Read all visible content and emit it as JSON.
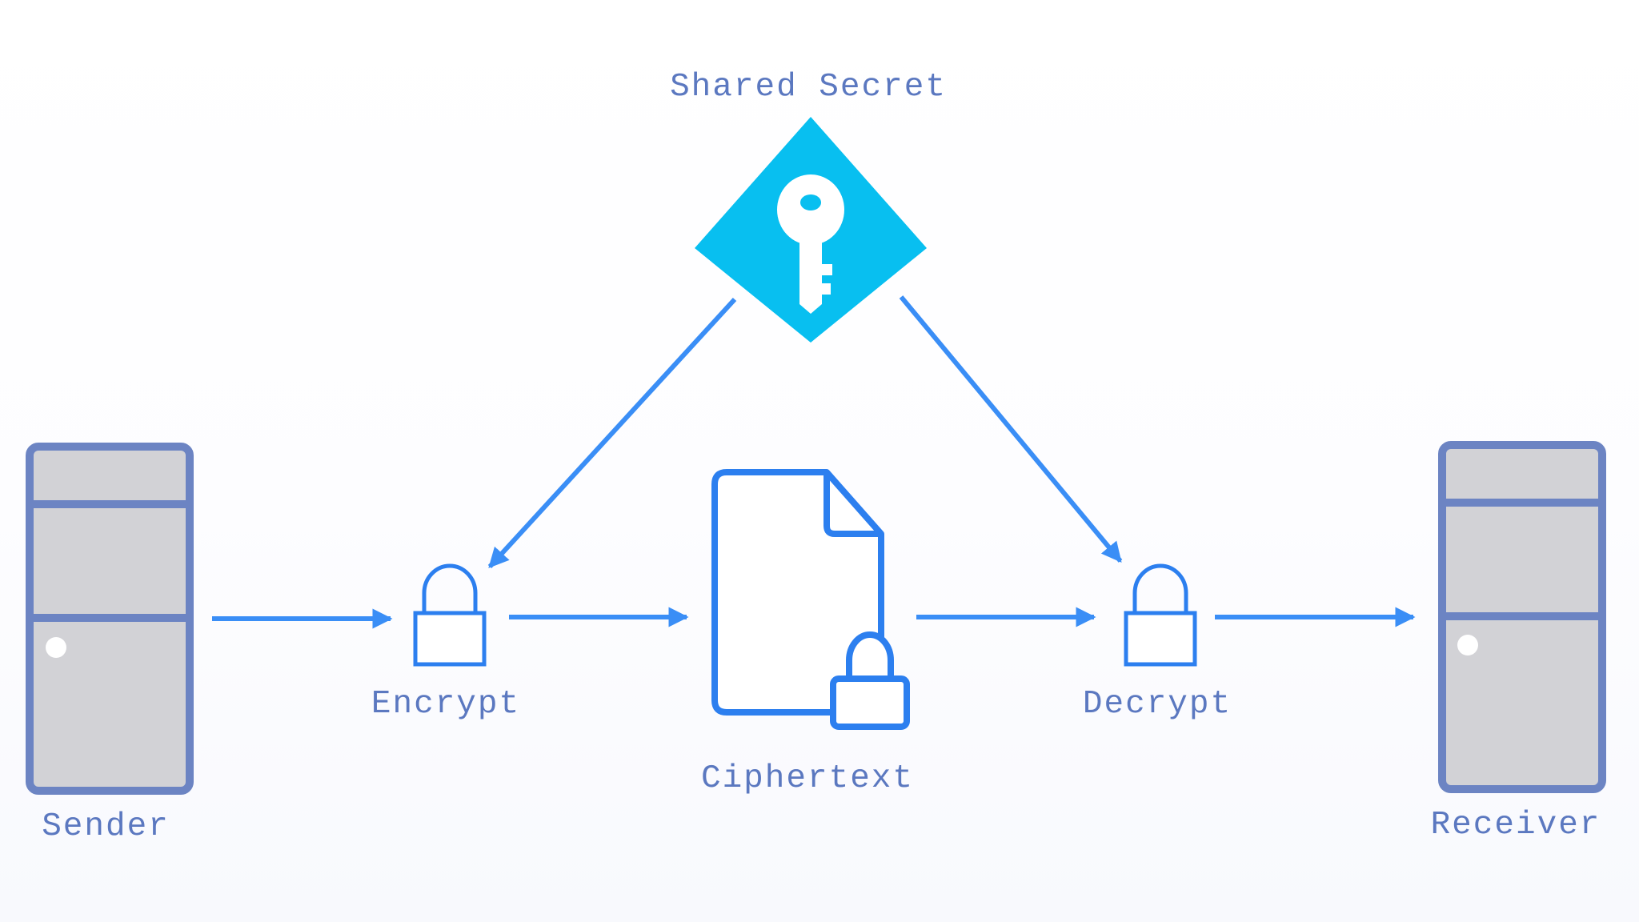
{
  "labels": {
    "shared_secret": "Shared Secret",
    "encrypt": "Encrypt",
    "ciphertext": "Ciphertext",
    "decrypt": "Decrypt",
    "sender": "Sender",
    "receiver": "Receiver"
  },
  "colors": {
    "arrow": "#3a8ef6",
    "lock_stroke": "#2c7fef",
    "document_stroke": "#2c7fef",
    "key_diamond": "#08bff0",
    "server_frame": "#6c84c3",
    "server_fill": "#d2d2d6",
    "label_text": "#5b78c0"
  },
  "icons": {
    "key": "key-icon",
    "lock": "lock-icon",
    "document": "document-icon",
    "server": "server-icon"
  }
}
